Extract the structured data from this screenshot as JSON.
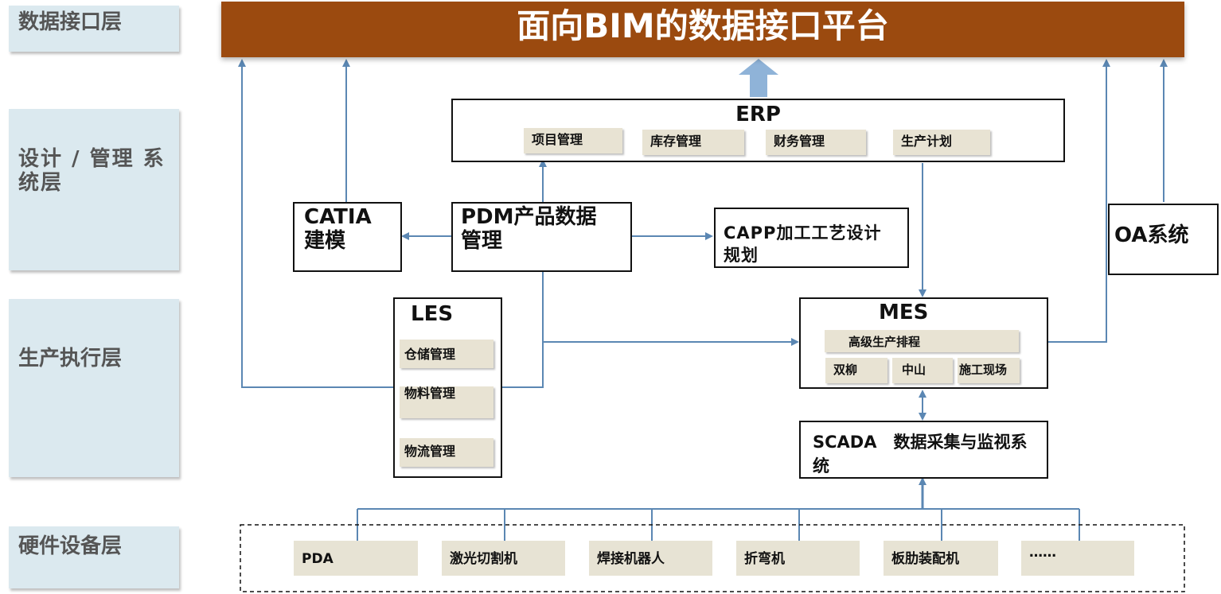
{
  "layers": {
    "data_interface": "数据接口层",
    "design_mgmt": "设计 / 管理 系 统层",
    "production": "生产执行层",
    "hardware": "硬件设备层"
  },
  "banner": {
    "title": "面向BIM的数据接口平台"
  },
  "erp": {
    "title": "ERP",
    "modules": [
      "项目管理",
      "库存管理",
      "财务管理",
      "生产计划"
    ]
  },
  "catia": {
    "title": "CATIA 建模"
  },
  "pdm": {
    "title": "PDM产品数据 管理"
  },
  "capp": {
    "title": "CAPP加工工艺设计 规划"
  },
  "oa": {
    "title": "OA系统"
  },
  "les": {
    "title": "LES",
    "modules": [
      "仓储管理",
      "物料管理",
      "物流管理"
    ]
  },
  "mes": {
    "title": "MES",
    "scheduling": "高级生产排程",
    "sites": [
      "双柳",
      "中山",
      "施工现场"
    ]
  },
  "scada": {
    "title": "SCADA　数据采集与监视系 统"
  },
  "hardware": {
    "devices": [
      "PDA",
      "激光切割机",
      "焊接机器人",
      "折弯机",
      "板肋装配机",
      "……"
    ]
  },
  "colors": {
    "banner": "#9b4a0f",
    "layer_bg": "#dbe9ef",
    "chip_bg": "#e8e3d3",
    "line": "#5b87b3"
  }
}
